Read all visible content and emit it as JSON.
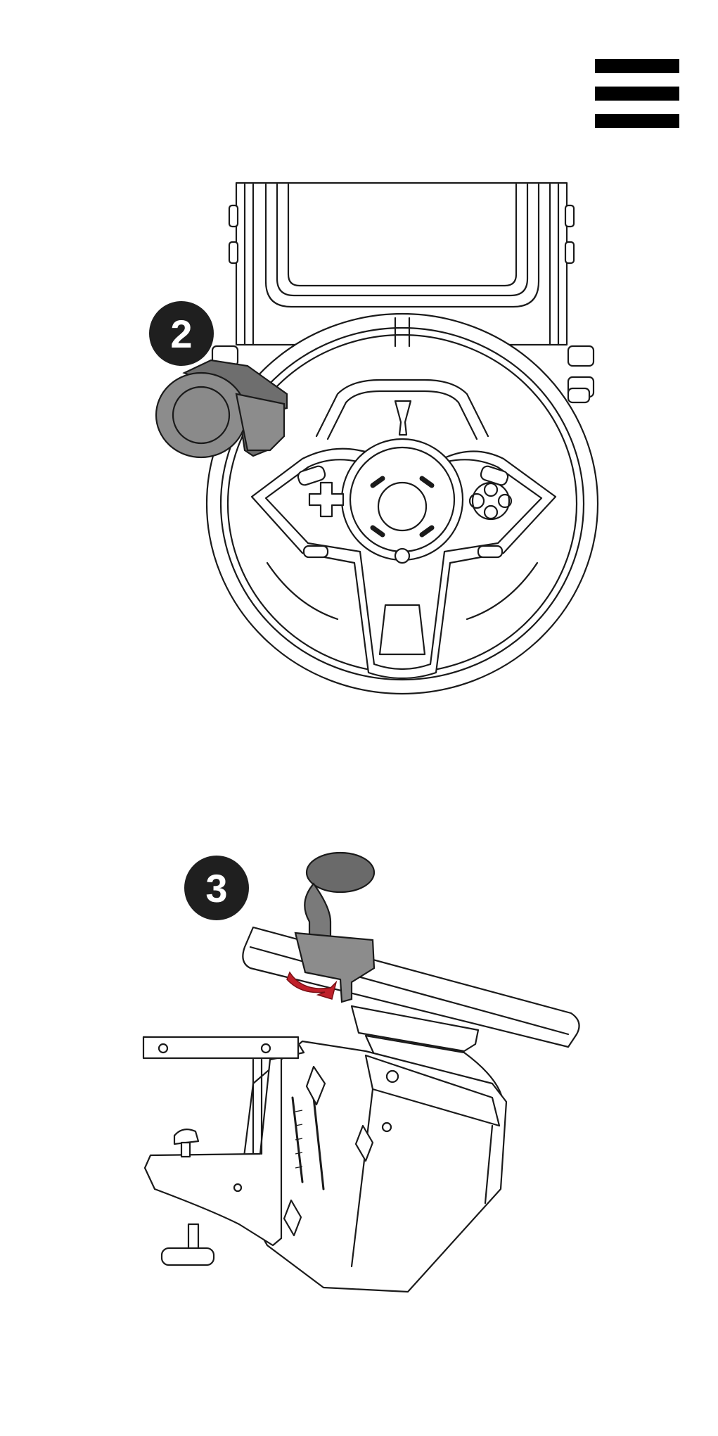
{
  "header": {
    "icon": "hamburger-menu-icon"
  },
  "steps": [
    {
      "number": "2",
      "illustration": "clamp-attached-to-wheel-stand"
    },
    {
      "number": "3",
      "illustration": "shifter-clamp-tightened-on-rod"
    }
  ],
  "colors": {
    "badge": "#1f1f1f",
    "clamp": "#8c8c8c",
    "arrow": "#c0202a"
  }
}
